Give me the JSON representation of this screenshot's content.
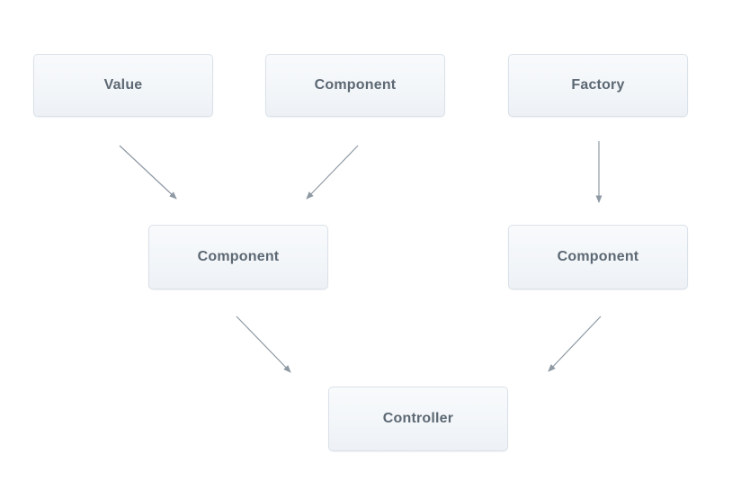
{
  "diagram": {
    "background": "#ffffff",
    "nodes": [
      {
        "id": "value",
        "label": "Value"
      },
      {
        "id": "component-top",
        "label": "Component"
      },
      {
        "id": "factory",
        "label": "Factory"
      },
      {
        "id": "component-left",
        "label": "Component"
      },
      {
        "id": "component-right",
        "label": "Component"
      },
      {
        "id": "controller",
        "label": "Controller"
      }
    ],
    "edges": [
      {
        "from": "value",
        "to": "component-left",
        "direction": "diagonal-down-right"
      },
      {
        "from": "component-top",
        "to": "component-left",
        "direction": "diagonal-down-left"
      },
      {
        "from": "factory",
        "to": "component-right",
        "direction": "vertical-down"
      },
      {
        "from": "component-left",
        "to": "controller",
        "direction": "diagonal-down-right"
      },
      {
        "from": "component-right",
        "to": "controller",
        "direction": "diagonal-down-left"
      }
    ],
    "colors": {
      "node_fill_top": "#f8fafc",
      "node_fill_bottom": "#edf1f6",
      "node_border": "#dbe2e9",
      "node_text": "#5c6873",
      "arrow": "#8e99a3"
    }
  }
}
